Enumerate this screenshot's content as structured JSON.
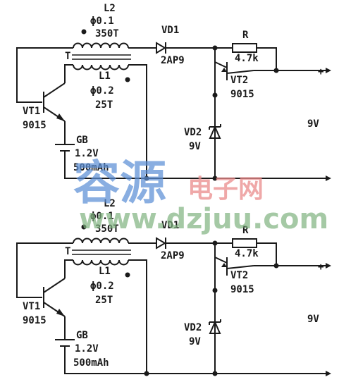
{
  "labels": {
    "l2_name": "L2",
    "l2_wire": "ϕ0.1",
    "l2_turns": "350T",
    "transformer": "T",
    "l1_name": "L1",
    "l1_wire": "ϕ0.2",
    "l1_turns": "25T",
    "vt1_name": "VT1",
    "vt1_part": "9015",
    "gb_name": "GB",
    "gb_voltage": "1.2V",
    "gb_capacity": "500mAh",
    "vd1_name": "VD1",
    "vd1_part": "2AP9",
    "r_name": "R",
    "r_value": "4.7k",
    "vt2_name": "VT2",
    "vt2_part": "9015",
    "vd2_name": "VD2",
    "vd2_voltage": "9V",
    "output_voltage": "9V",
    "plus": "+",
    "minus": "-"
  },
  "watermark": {
    "brand": "容源",
    "sub": "电子网",
    "url": "www.dzjuu.com"
  }
}
